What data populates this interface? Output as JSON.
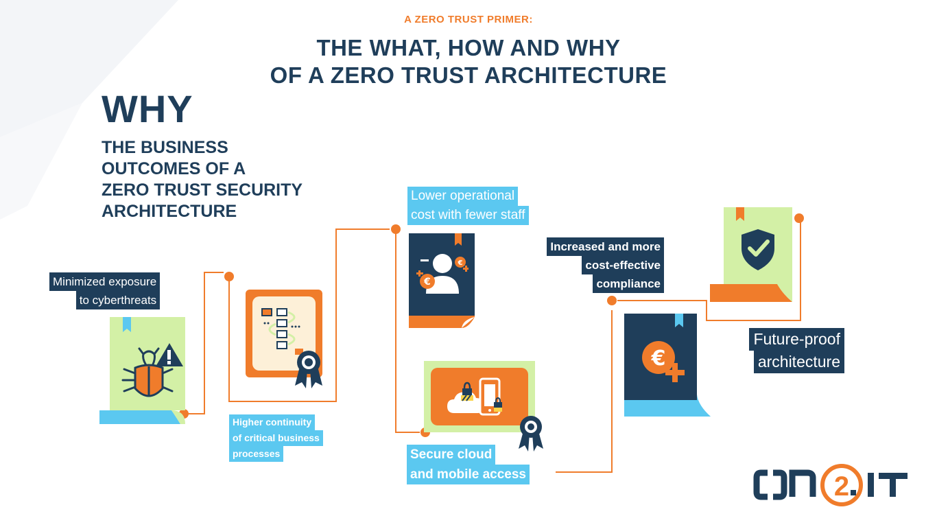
{
  "header": {
    "kicker": "A ZERO TRUST PRIMER:",
    "title_lines": [
      "THE WHAT, HOW AND WHY",
      "OF A ZERO TRUST ARCHITECTURE"
    ]
  },
  "section": {
    "heading": "WHY",
    "subtitle_lines": [
      "THE BUSINESS",
      "OUTCOMES OF A",
      "ZERO TRUST SECURITY",
      "ARCHITECTURE"
    ]
  },
  "outcomes": [
    {
      "lines": [
        "Minimized exposure",
        "to cyberthreats"
      ],
      "icon": "bug-warning-icon"
    },
    {
      "lines": [
        "Higher continuity",
        "of critical business",
        "processes"
      ],
      "icon": "process-certificate-icon"
    },
    {
      "lines": [
        "Lower operational",
        "cost with fewer staff"
      ],
      "icon": "person-euro-icon"
    },
    {
      "lines": [
        "Secure cloud",
        "and mobile access"
      ],
      "icon": "cloud-mobile-lock-icon"
    },
    {
      "lines": [
        "Increased and more",
        "cost-effective",
        "compliance"
      ],
      "icon": "euro-plus-icon"
    },
    {
      "lines": [
        "Future-proof",
        "architecture"
      ],
      "icon": "shield-check-icon"
    }
  ],
  "brand": {
    "logo_text": "ON2IT",
    "logo_parts": [
      "ON",
      "2",
      "IT"
    ]
  },
  "colors": {
    "navy": "#1f3e5a",
    "orange": "#f07c2b",
    "sky": "#5bc8f0",
    "light_green": "#d3f0a6"
  }
}
